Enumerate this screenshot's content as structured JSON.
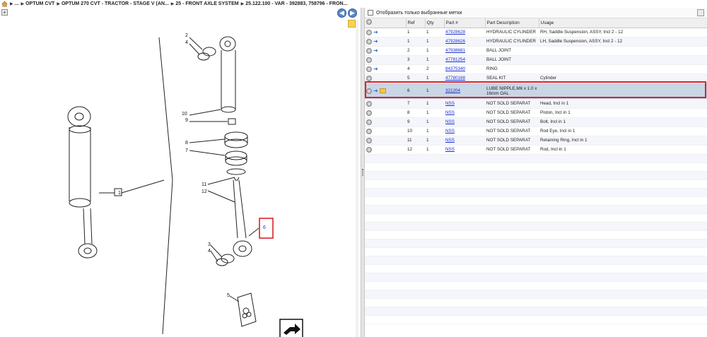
{
  "breadcrumb": {
    "items": [
      "...",
      "OPTUM CVT",
      "OPTUM 270 CVT - TRACTOR - STAGE V (AN...",
      "25 - FRONT AXLE SYSTEM",
      "25.122.100 - VAR - 392883, 758796 - FRON..."
    ]
  },
  "filter": {
    "label": "Отобразить только выбранные метки"
  },
  "table": {
    "headers": [
      "",
      "Ref",
      "Qty",
      "Part #",
      "Part Description",
      "Usage"
    ],
    "rows": [
      {
        "ref": "1",
        "qty": "1",
        "part": "47928628",
        "desc": "HYDRAULIC CYLINDER",
        "usage": "RH, Saddle Suspension, ASSY, Incl 2 - 12",
        "cart": true,
        "folder": false
      },
      {
        "ref": "1",
        "qty": "1",
        "part": "47928626",
        "desc": "HYDRAULIC CYLINDER",
        "usage": "LH, Saddle Suspension, ASSY, Incl 2 - 12",
        "cart": true,
        "folder": false
      },
      {
        "ref": "2",
        "qty": "1",
        "part": "47938681",
        "desc": "BALL JOINT",
        "usage": "",
        "cart": true,
        "folder": false
      },
      {
        "ref": "3",
        "qty": "1",
        "part": "47781254",
        "desc": "BALL JOINT",
        "usage": "",
        "cart": false,
        "folder": false
      },
      {
        "ref": "4",
        "qty": "2",
        "part": "84375340",
        "desc": "RING",
        "usage": "",
        "cart": true,
        "folder": false
      },
      {
        "ref": "5",
        "qty": "1",
        "part": "47780168",
        "desc": "SEAL KIT",
        "usage": "Cylinder",
        "cart": false,
        "folder": false
      },
      {
        "ref": "6",
        "qty": "1",
        "part": "321204",
        "desc": "LUBE NIPPLE,M6 x 1.0 x 16mm OAL",
        "usage": "",
        "cart": true,
        "folder": true
      },
      {
        "ref": "7",
        "qty": "1",
        "part": "NSS",
        "desc": "NOT SOLD SEPARAT",
        "usage": "Head, Incl in 1",
        "cart": false,
        "folder": false
      },
      {
        "ref": "8",
        "qty": "1",
        "part": "NSS",
        "desc": "NOT SOLD SEPARAT",
        "usage": "Piston, Incl in 1",
        "cart": false,
        "folder": false
      },
      {
        "ref": "9",
        "qty": "1",
        "part": "NSS",
        "desc": "NOT SOLD SEPARAT",
        "usage": "Bolt, Incl in 1",
        "cart": false,
        "folder": false
      },
      {
        "ref": "10",
        "qty": "1",
        "part": "NSS",
        "desc": "NOT SOLD SEPARAT",
        "usage": "Rod Eye, Incl in 1",
        "cart": false,
        "folder": false
      },
      {
        "ref": "11",
        "qty": "1",
        "part": "NSS",
        "desc": "NOT SOLD SEPARAT",
        "usage": "Retaining Ring, Incl in 1",
        "cart": false,
        "folder": false
      },
      {
        "ref": "12",
        "qty": "1",
        "part": "NSS",
        "desc": "NOT SOLD SEPARAT",
        "usage": "Rod, Incl in 1",
        "cart": false,
        "folder": false
      }
    ]
  },
  "diagram": {
    "callouts": [
      "1",
      "2",
      "4",
      "10",
      "9",
      "8",
      "7",
      "11",
      "12",
      "6",
      "3",
      "4",
      "5"
    ]
  },
  "colors": {
    "highlight": "#e0202a",
    "link": "#1a2fd0",
    "selected_row": "#c8d6e6",
    "nav_button": "#5b86c7"
  }
}
